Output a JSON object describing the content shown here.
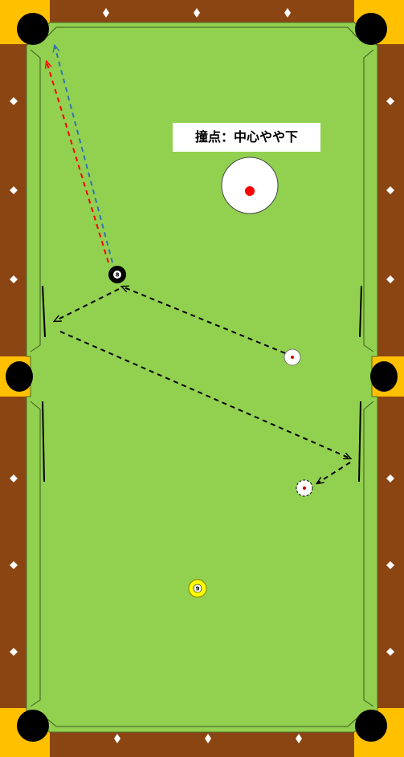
{
  "colors": {
    "rail_wood": "#8B4513",
    "pocket_corner": "#FFC000",
    "felt": "#92D050",
    "diamond": "#FFFFFF",
    "cue_path_black": "#000000",
    "aim_line_red": "#FF0000",
    "aim_line_blue": "#2E75B6",
    "contact_point": "#FF0000",
    "nine_ball": "#FFFF00"
  },
  "hit_point": {
    "label": "撞点：中心やや下"
  },
  "balls": {
    "eight": {
      "number": "8"
    },
    "nine": {
      "number": "9"
    }
  }
}
